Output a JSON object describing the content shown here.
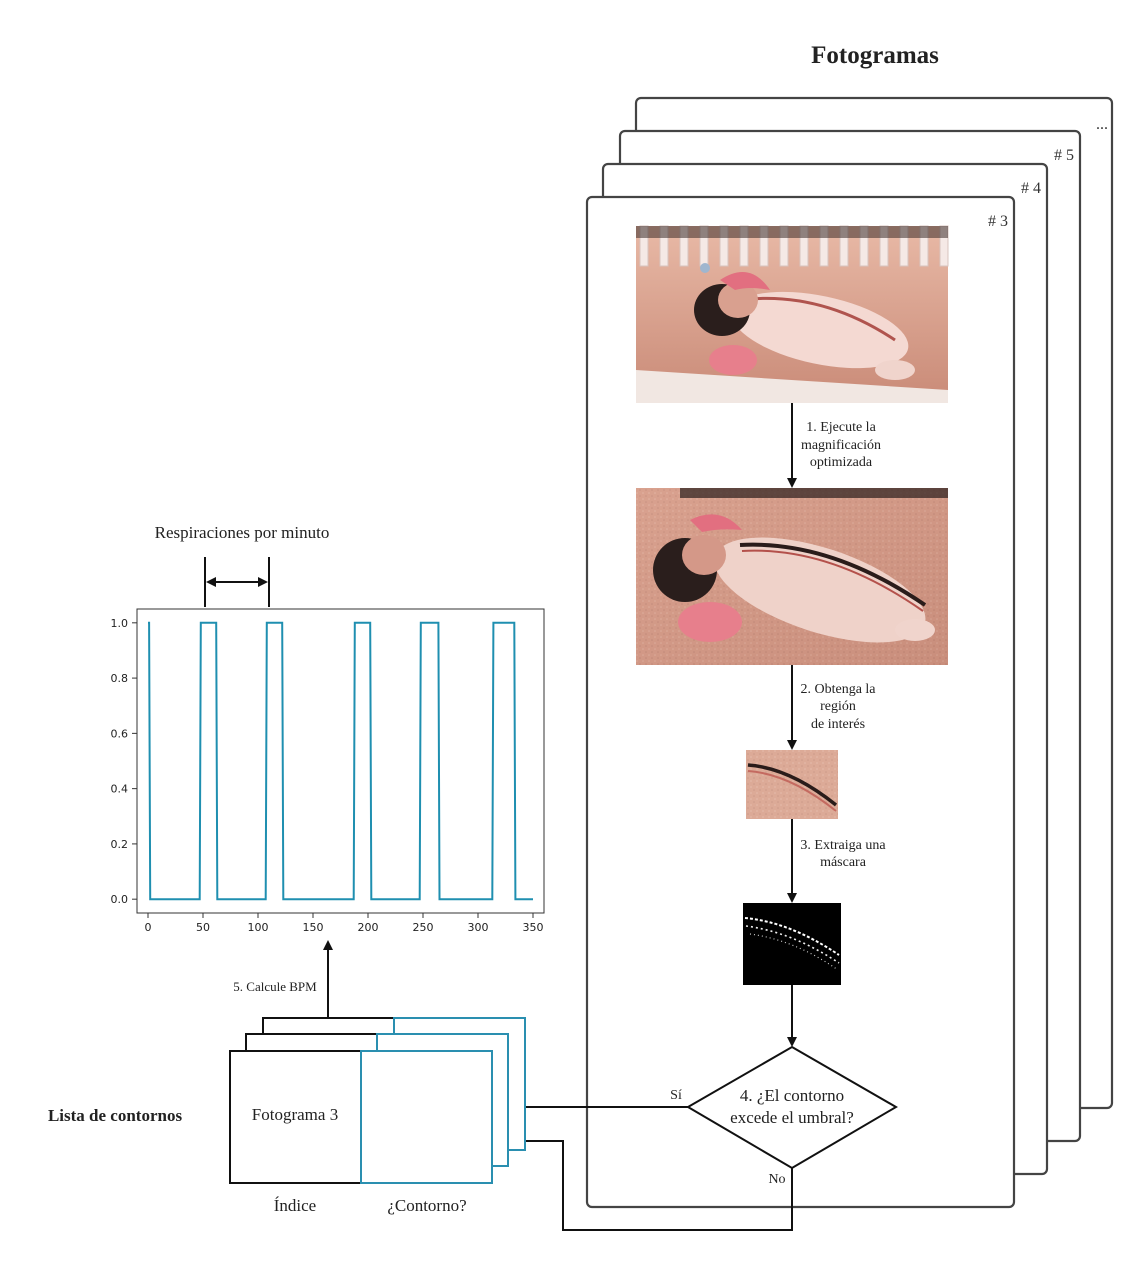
{
  "title": "Fotogramas",
  "frame_stack": {
    "labels": [
      "# 3",
      "# 4",
      "# 5",
      "..."
    ]
  },
  "steps": {
    "step1": [
      "1. Ejecute la",
      "magnificación",
      "optimizada"
    ],
    "step2": [
      "2. Obtenga la",
      "región",
      "de interés"
    ],
    "step3": [
      "3. Extraiga una",
      "máscara"
    ],
    "step4": [
      "4. ¿El contorno",
      "excede el umbral?"
    ],
    "step5": "5. Calcule BPM",
    "yes": "Sí",
    "no": "No"
  },
  "contour_list": {
    "title": "Lista de contornos",
    "cell_label": "Fotograma 3",
    "col_index": "Índice",
    "col_contour": "¿Contorno?"
  },
  "colors": {
    "line": "#1f8fb0",
    "stroke": "#222222",
    "teal_box": "#2a8fb0"
  },
  "chart_data": {
    "type": "line",
    "title": "Respiraciones por minuto",
    "xlabel": "",
    "ylabel": "",
    "xlim": [
      -10,
      360
    ],
    "ylim": [
      -0.05,
      1.05
    ],
    "xticks": [
      0,
      50,
      100,
      150,
      200,
      250,
      300,
      350
    ],
    "yticks": [
      0.0,
      0.2,
      0.4,
      0.6,
      0.8,
      1.0
    ],
    "xtick_labels": [
      "0",
      "50",
      "100",
      "150",
      "200",
      "250",
      "300",
      "350"
    ],
    "ytick_labels": [
      "0.0",
      "0.2",
      "0.4",
      "0.6",
      "0.8",
      "1.0"
    ],
    "series": [
      {
        "x": [
          0,
          1,
          2,
          47,
          48,
          62,
          63,
          107,
          108,
          122,
          123,
          187,
          188,
          202,
          203,
          247,
          248,
          264,
          265,
          313,
          314,
          333,
          334,
          350
        ],
        "y": [
          1,
          1,
          0,
          0,
          1,
          1,
          0,
          0,
          1,
          1,
          0,
          0,
          1,
          1,
          0,
          0,
          1,
          1,
          0,
          0,
          1,
          1,
          0,
          0
        ]
      }
    ]
  }
}
